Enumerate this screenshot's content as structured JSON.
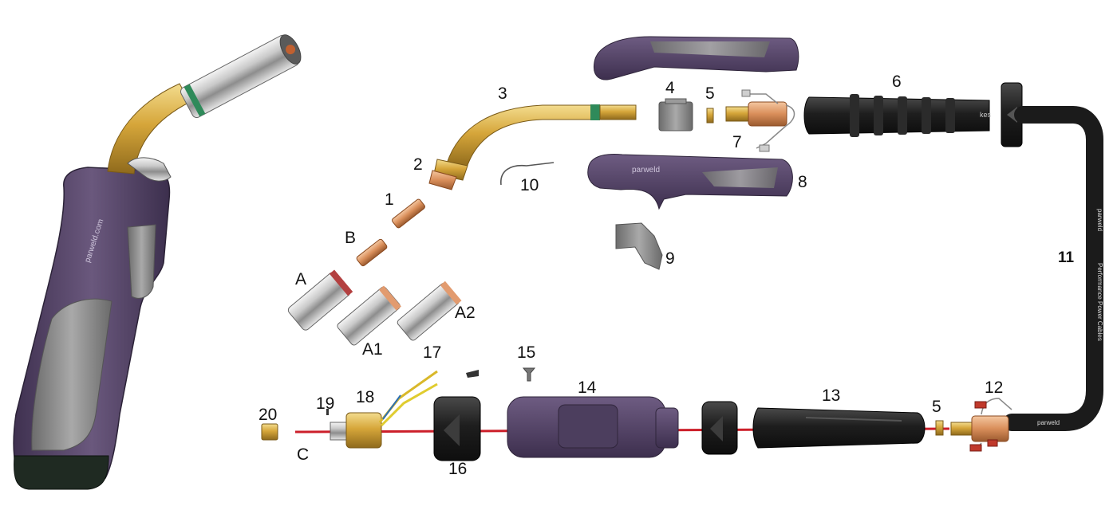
{
  "colors": {
    "handle_purple": "#5e4d70",
    "handle_grey": "#8a8a8a",
    "brass": "#d6a63a",
    "copper": "#d98e5a",
    "cable_black": "#1e1e1e",
    "liner_red": "#cc1f2a"
  },
  "labels": {
    "p1": "1",
    "p2": "2",
    "p3": "3",
    "p4": "4",
    "p5_top": "5",
    "p5_bottom": "5",
    "p6": "6",
    "p7": "7",
    "p8": "8",
    "p9": "9",
    "p10": "10",
    "p11": "11",
    "p12": "12",
    "p13": "13",
    "p14": "14",
    "p15": "15",
    "p16": "16",
    "p17": "17",
    "p18": "18",
    "p19": "19",
    "p20": "20",
    "A": "A",
    "A1": "A1",
    "A2": "A2",
    "B": "B",
    "C": "C"
  },
  "markings": {
    "handle_brand": "parweld.com",
    "handle8_brand": "parweld",
    "cable_brand": "parweld",
    "cable_text": "Performance Power Cables",
    "cable_end_brand": "parweld",
    "tube_brand": "kes"
  }
}
